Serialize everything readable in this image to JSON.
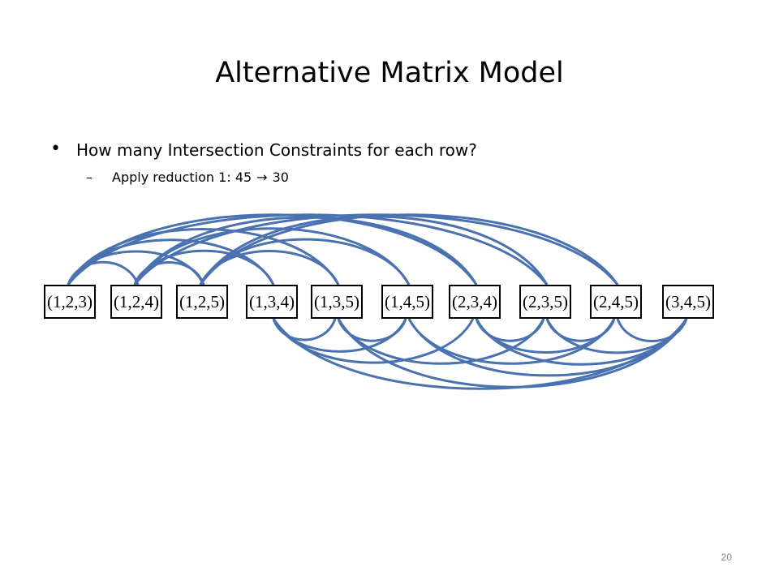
{
  "title": "Alternative Matrix Model",
  "bullet1": "How many Intersection Constraints for each row?",
  "bullet2": {
    "prefix": "Apply reduction 1: 45",
    "arrow": "→",
    "suffix": "30"
  },
  "nodes": [
    "(1,2,3)",
    "(1,2,4)",
    "(1,2,5)",
    "(1,3,4)",
    "(1,3,5)",
    "(1,4,5)",
    "(2,3,4)",
    "(2,3,5)",
    "(2,4,5)",
    "(3,4,5)"
  ],
  "edge_color": "#4a72b0",
  "page_number": "20"
}
